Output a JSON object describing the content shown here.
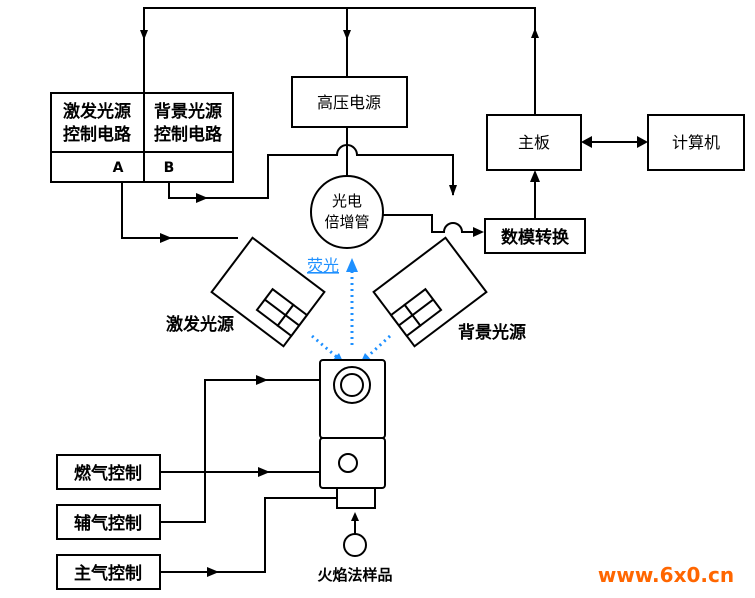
{
  "blocks": {
    "excite_circuit": [
      "激发光源",
      "控制电路"
    ],
    "background_circuit": [
      "背景光源",
      "控制电路"
    ],
    "port_a": "A",
    "port_b": "B",
    "hv_supply": "高压电源",
    "mainboard": "主板",
    "computer": "计算机",
    "pmt": [
      "光电",
      "倍增管"
    ],
    "adc": "数模转换",
    "excite_source": "激发光源",
    "background_source": "背景光源",
    "fluorescence": "荧光",
    "fuel_control": "燃气控制",
    "aux_gas_control": "辅气控制",
    "main_gas_control": "主气控制",
    "flame_sample": "火焰法样品"
  },
  "watermark": "www.6x0.cn",
  "colors": {
    "fluorescence": "#1e90ff",
    "watermark": "#ff6600"
  }
}
